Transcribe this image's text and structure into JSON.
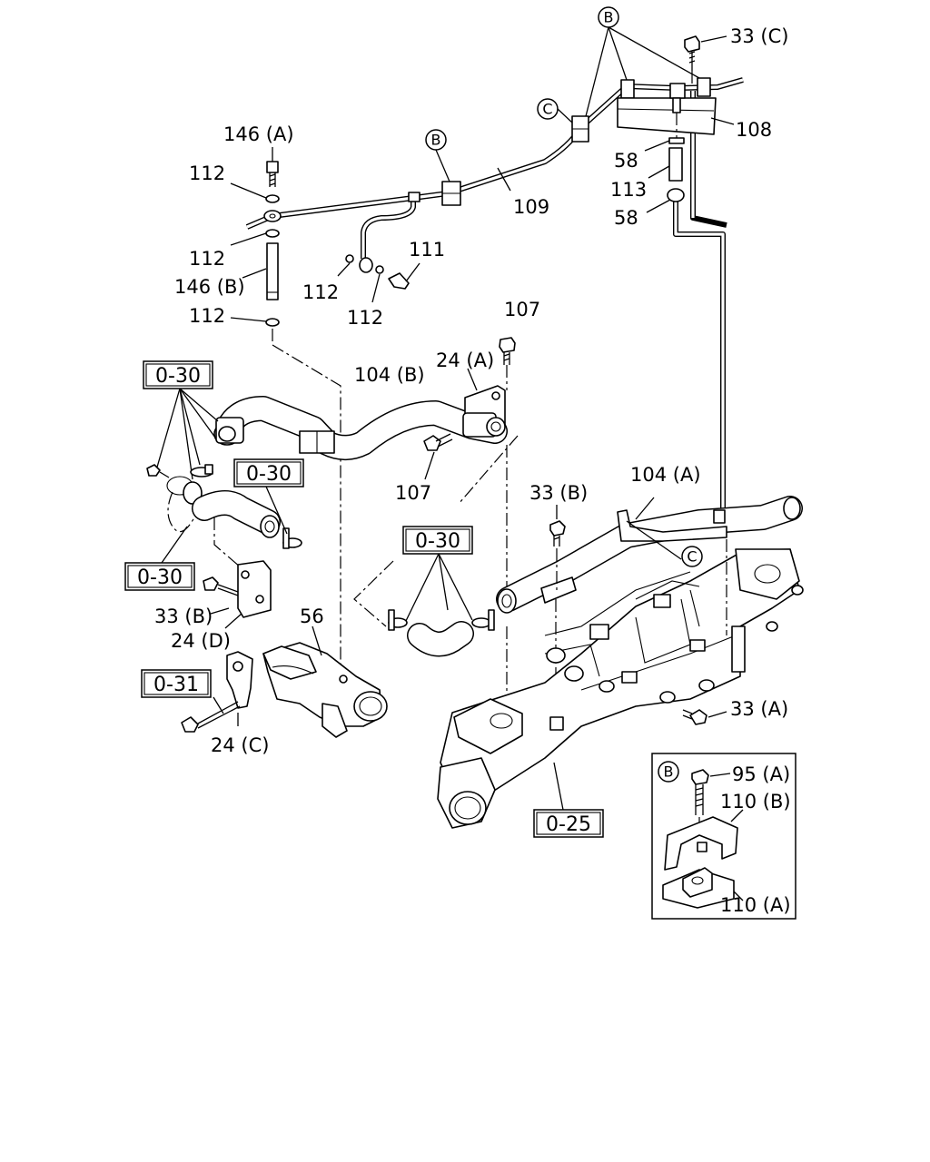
{
  "labels": {
    "l_33c": "33 (C)",
    "l_108": "108",
    "l_58_top": "58",
    "l_113": "113",
    "l_58_bot": "58",
    "l_146a": "146 (A)",
    "l_112_a": "112",
    "l_112_b": "112",
    "l_146b": "146 (B)",
    "l_112_c": "112",
    "l_109": "109",
    "l_111": "111",
    "l_112_d": "112",
    "l_112_e": "112",
    "l_107_top": "107",
    "l_104b": "104 (B)",
    "l_24a": "24 (A)",
    "l_107_bot": "107",
    "l_104a": "104 (A)",
    "l_33b_top": "33 (B)",
    "l_33b_left": "33 (B)",
    "l_24d": "24 (D)",
    "l_56": "56",
    "l_24c": "24 (C)",
    "l_33a": "33 (A)",
    "l_95a": "95 (A)",
    "l_110b": "110 (B)",
    "l_110a": "110 (A)"
  },
  "refs": {
    "r_030_a": "0-30",
    "r_030_b": "0-30",
    "r_030_c": "0-30",
    "r_030_d": "0-30",
    "r_031": "0-31",
    "r_025": "0-25"
  },
  "markers": {
    "m_b_top": "B",
    "m_b_mid": "B",
    "m_c_top": "C",
    "m_c_right": "C",
    "m_b_inset": "B"
  }
}
